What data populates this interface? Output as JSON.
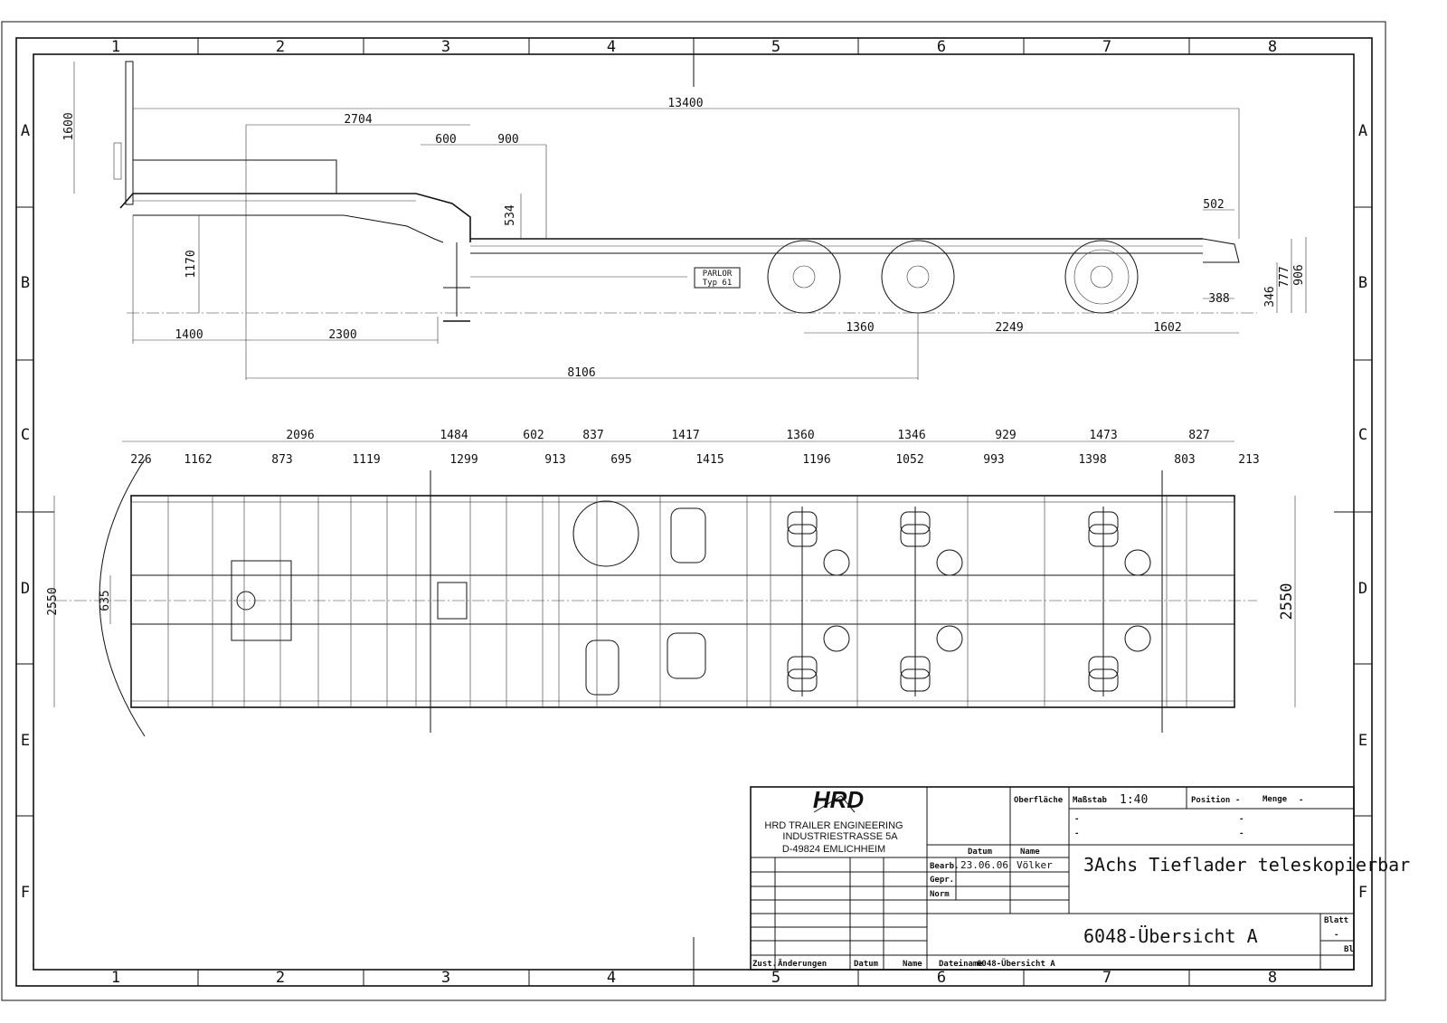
{
  "frame": {
    "columns": [
      "1",
      "2",
      "3",
      "4",
      "5",
      "6",
      "7",
      "8"
    ],
    "rows": [
      "A",
      "B",
      "C",
      "D",
      "E",
      "F"
    ]
  },
  "side_view": {
    "dims": {
      "overall_length": "13400",
      "headboard_height": "1600",
      "gooseneck_1": "2704",
      "neck_a": "600",
      "neck_b": "900",
      "step_height": "534",
      "rear_ramp": "502",
      "kingpin_height": "1170",
      "front_overhang": "1400",
      "kingpin_to_neck": "2300",
      "kingpin_to_axle": "8106",
      "axle_1_2": "1360",
      "axle_2_3": "2249",
      "rear_overhang": "1602",
      "rear_step": "388",
      "deck_low": "346",
      "deck_height": "777",
      "rear_height": "906"
    },
    "label_plate": [
      "PARLOR",
      "Typ 61"
    ]
  },
  "top_view": {
    "upper_dims": [
      "2096",
      "1484",
      "602",
      "837",
      "1417",
      "1360",
      "1346",
      "929",
      "1473",
      "827"
    ],
    "lower_dims": [
      "226",
      "1162",
      "873",
      "1119",
      "1299",
      "913",
      "695",
      "1415",
      "1196",
      "1052",
      "993",
      "1398",
      "803",
      "213"
    ],
    "width_left": "2550",
    "spine_width": "635",
    "width_right": "2550"
  },
  "title_block": {
    "company_logo": "HRD",
    "company_name": "HRD Trailer Engineering",
    "street": "Industriestraße 5a",
    "city": "D-49824 Emlichheim",
    "surface_label": "Oberfläche",
    "scale_label": "Maßstab",
    "scale_value": "1:40",
    "position_label": "Position",
    "position_value": "-",
    "quantity_label": "Menge",
    "quantity_value": "-",
    "dash_a": "-",
    "dash_b": "-",
    "dash_c": "-",
    "dash_d": "-",
    "date_header": "Datum",
    "name_header": "Name",
    "drawn_label": "Bearb.",
    "drawn_date": "23.06.06",
    "drawn_name": "Völker",
    "checked_label": "Gepr.",
    "norm_label": "Norm",
    "title": "3Achs Tieflader teleskopierbar",
    "drawing_number": "6048-Übersicht A",
    "sheet_label": "Blatt",
    "sheet_value": "-",
    "sheets_label": "Bl",
    "revision_label": "Zust.",
    "changes_label": "Änderungen",
    "rev_date_label": "Datum",
    "rev_name_label": "Name",
    "filename_label": "Dateiname",
    "filename_value": "6048-Übersicht A"
  }
}
